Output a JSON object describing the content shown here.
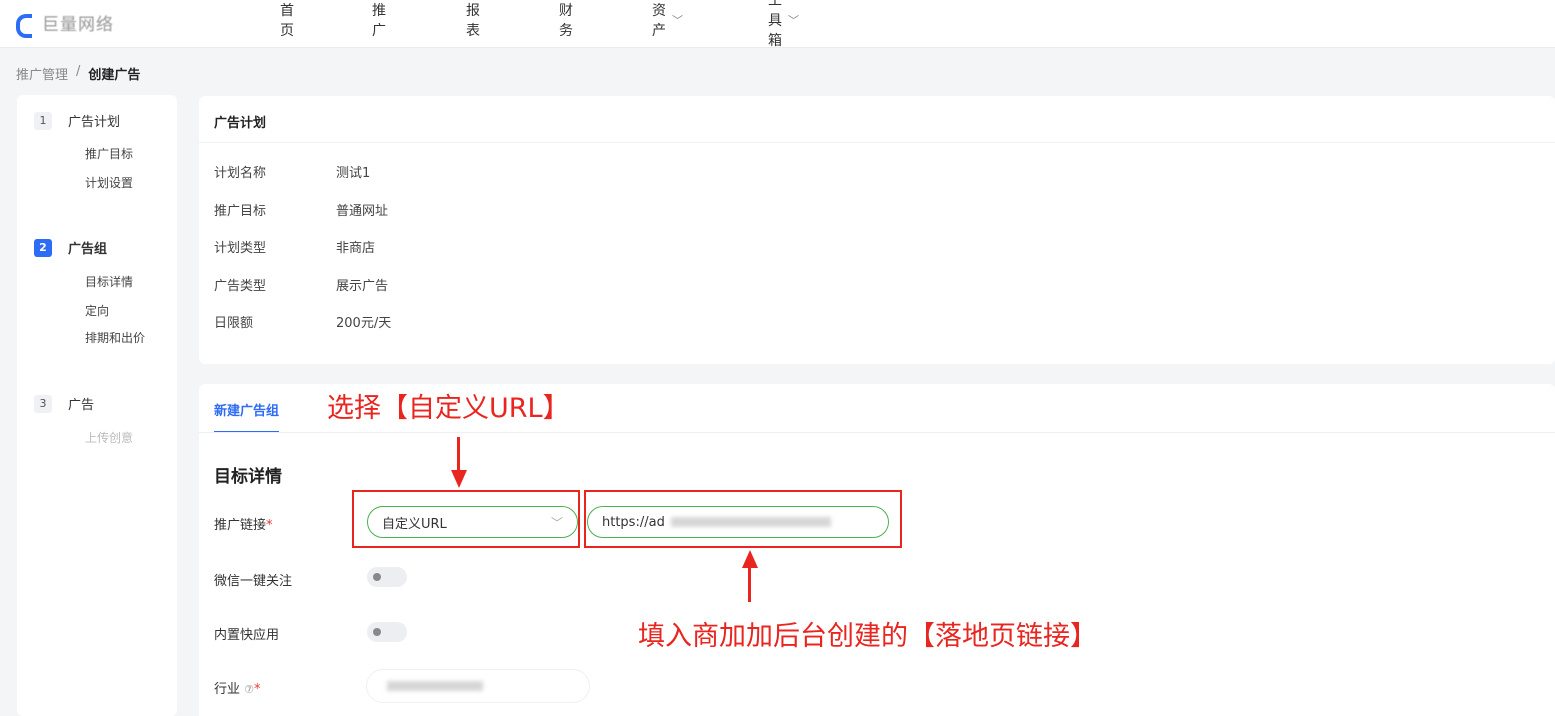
{
  "header": {
    "logo_text": "巨量网络",
    "nav": [
      {
        "label": "首页",
        "has_dropdown": false
      },
      {
        "label": "推广",
        "has_dropdown": false
      },
      {
        "label": "报表",
        "has_dropdown": false
      },
      {
        "label": "财务",
        "has_dropdown": false
      },
      {
        "label": "资产",
        "has_dropdown": true
      },
      {
        "label": "工具箱",
        "has_dropdown": true
      }
    ],
    "chevron": "﹀"
  },
  "breadcrumb": {
    "parent": "推广管理",
    "separator": "/",
    "current": "创建广告"
  },
  "steps": [
    {
      "num": "1",
      "label": "广告计划",
      "subs": [
        "推广目标",
        "计划设置"
      ]
    },
    {
      "num": "2",
      "label": "广告组",
      "subs": [
        "目标详情",
        "定向",
        "排期和出价"
      ]
    },
    {
      "num": "3",
      "label": "广告",
      "subs": [
        "上传创意"
      ]
    }
  ],
  "plan": {
    "title": "广告计划",
    "rows": [
      {
        "key": "计划名称",
        "value": "测试1"
      },
      {
        "key": "推广目标",
        "value": "普通网址"
      },
      {
        "key": "计划类型",
        "value": "非商店"
      },
      {
        "key": "广告类型",
        "value": "展示广告"
      },
      {
        "key": "日限额",
        "value": "200元/天"
      }
    ]
  },
  "group": {
    "tab": "新建广告组",
    "section_title": "目标详情",
    "link_label": "推广链接",
    "link_type_value": "自定义URL",
    "link_url_value": "https://ad",
    "wechat_label": "微信一键关注",
    "quickapp_label": "内置快应用",
    "industry_label": "行业",
    "help_icon": "⑦",
    "required_mark": "*"
  },
  "annotations": {
    "top": "选择【自定义URL】",
    "bottom": "填入商加加后台创建的【落地页链接】"
  },
  "colors": {
    "accent": "#2d6cf6",
    "annotation": "#e8251f",
    "input_border": "#4caf50"
  }
}
